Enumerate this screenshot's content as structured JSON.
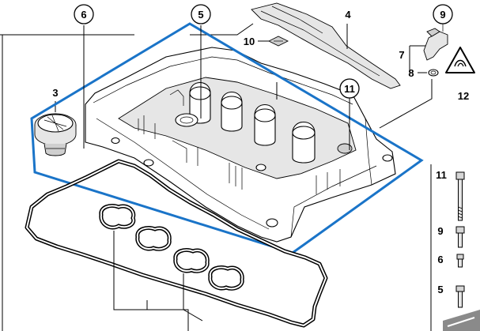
{
  "callouts": [
    {
      "id": "6",
      "text": "6",
      "circled": true
    },
    {
      "id": "5",
      "text": "5",
      "circled": true
    },
    {
      "id": "4",
      "text": "4",
      "circled": false
    },
    {
      "id": "9",
      "text": "9",
      "circled": true
    },
    {
      "id": "10",
      "text": "10",
      "circled": false
    },
    {
      "id": "7",
      "text": "7",
      "circled": false
    },
    {
      "id": "8",
      "text": "8",
      "circled": false
    },
    {
      "id": "12",
      "text": "12",
      "circled": false
    },
    {
      "id": "3",
      "text": "3",
      "circled": false
    },
    {
      "id": "11",
      "text": "11",
      "circled": true
    }
  ],
  "fastener_column": [
    {
      "id": "11",
      "text": "11"
    },
    {
      "id": "9",
      "text": "9"
    },
    {
      "id": "6",
      "text": "6"
    },
    {
      "id": "5",
      "text": "5"
    }
  ],
  "colors": {
    "highlight": "#1a74c8",
    "line": "#000000",
    "part_fill": "#ffffff",
    "shade": "#e6e6e6"
  },
  "icons": {
    "warning_triangle": "warning-triangle-icon"
  }
}
